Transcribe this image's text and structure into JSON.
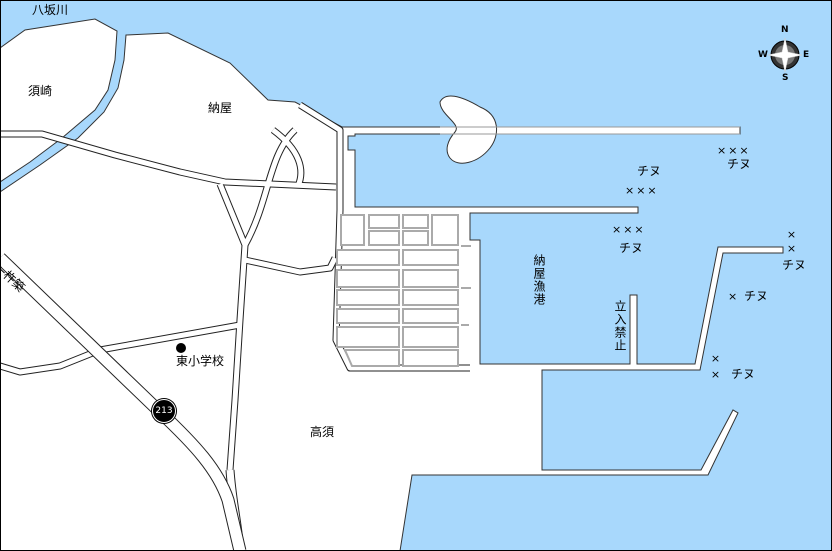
{
  "colors": {
    "water": "#a8d8fc",
    "land": "#ffffff",
    "road_outline": "#222222",
    "harbor_road": "#b0b0b0"
  },
  "labels": {
    "river": "八坂川",
    "suzaki": "須崎",
    "naya": "納屋",
    "school": "東小学校",
    "takasu": "高須",
    "kitsuki": "←杵築",
    "harbor": "納屋漁港",
    "no_entry": "立入禁止",
    "route": "213"
  },
  "compass": {
    "n": "N",
    "s": "S",
    "e": "E",
    "w": "W"
  },
  "fishing_spots": [
    {
      "marks": "×××",
      "fish": "チヌ"
    },
    {
      "marks": "×××",
      "fish": "チヌ"
    },
    {
      "marks": "×××",
      "fish": "チヌ"
    },
    {
      "marks": "××",
      "fish": "チヌ"
    },
    {
      "marks": "×",
      "fish": "チヌ"
    },
    {
      "marks": "××",
      "fish": "チヌ"
    }
  ]
}
